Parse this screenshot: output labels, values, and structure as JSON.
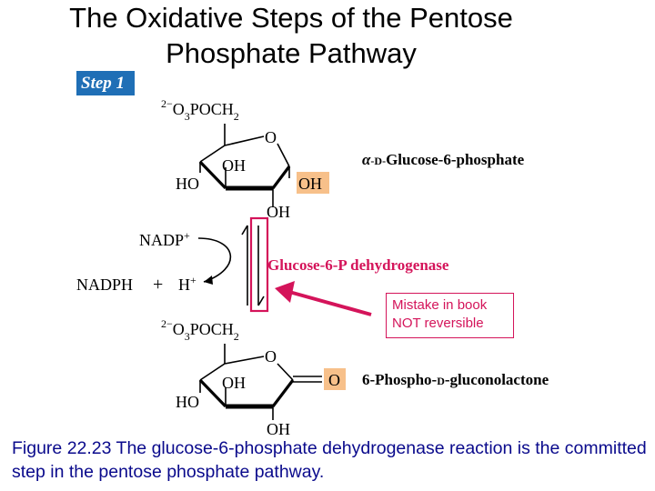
{
  "title": {
    "line1": "The Oxidative Steps of the Pentose",
    "line2": "Phosphate Pathway"
  },
  "step_badge": "Step 1",
  "molecule_top": {
    "phosphate_charge": "2−",
    "phosphate_O": "O",
    "phosphate_sub": "3",
    "phosphate_rest": "POCH",
    "phosphate_ch_sub": "2",
    "ring_o": "O",
    "oh_inner": "OH",
    "ho_left": "HO",
    "oh_right": "OH",
    "oh_bottom": "OH",
    "name_alpha": "α",
    "name_d": "-D-",
    "name_rest": "Glucose-6-phosphate"
  },
  "reaction": {
    "nadp": "NADP",
    "nadp_charge": "+",
    "nadph": "NADPH",
    "plus": "+",
    "h": "H",
    "h_charge": "+",
    "enzyme": "Glucose-6-P dehydrogenase"
  },
  "molecule_bottom": {
    "phosphate_charge": "2−",
    "phosphate_O": "O",
    "phosphate_sub": "3",
    "phosphate_rest": "POCH",
    "phosphate_ch_sub": "2",
    "ring_o": "O",
    "oh_inner": "OH",
    "ho_left": "HO",
    "carbonyl_o": "O",
    "oh_bottom": "OH",
    "name_a": "6-Phospho-",
    "name_d": "D",
    "name_b": "-gluconolactone"
  },
  "note": {
    "line1": "Mistake in book",
    "line2": "NOT reversible"
  },
  "caption": "Figure 22.23 The glucose-6-phosphate dehydrogenase reaction is the committed step in the pentose phosphate pathway.",
  "colors": {
    "step_blue": "#1f6fb6",
    "enzyme_red": "#d4145a",
    "highlight_orange": "#f7c08a",
    "caption_blue": "#0a0a8c"
  }
}
